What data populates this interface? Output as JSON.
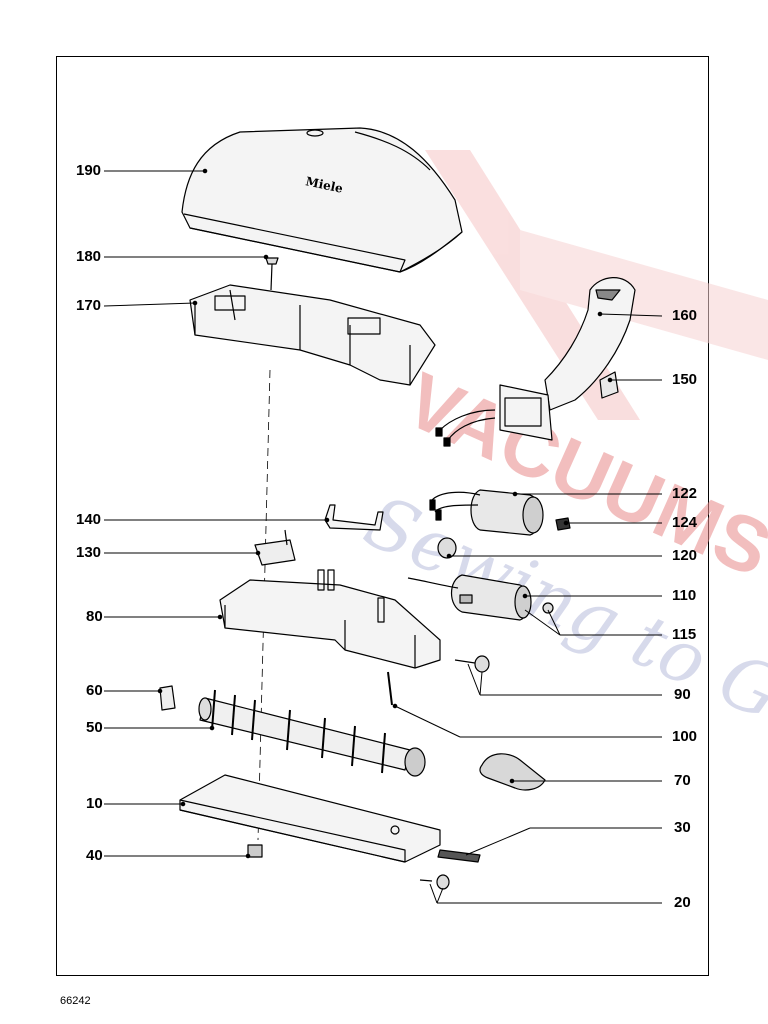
{
  "brand_logo_text": "Miele",
  "watermark": {
    "line1": "VACUUMS",
    "line2": "Sewing to Go",
    "color": "#e85a5a",
    "script_color": "#8a8fbf"
  },
  "figure_number": "66242",
  "labels": {
    "p190": "190",
    "p180": "180",
    "p170": "170",
    "p160": "160",
    "p150": "150",
    "p140": "140",
    "p130": "130",
    "p122": "122",
    "p124": "124",
    "p120": "120",
    "p110": "110",
    "p115": "115",
    "p80": "80",
    "p90": "90",
    "p60": "60",
    "p50": "50",
    "p100": "100",
    "p70": "70",
    "p10": "10",
    "p30": "30",
    "p40": "40",
    "p20": "20"
  }
}
